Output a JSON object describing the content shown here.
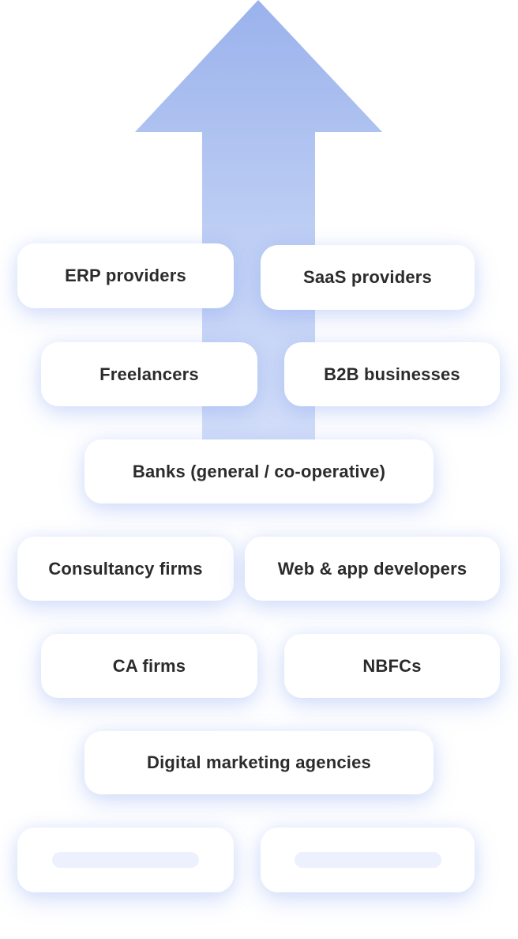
{
  "colors": {
    "arrow_top": "#9ab2ec",
    "arrow_bottom": "#cbd8f7",
    "text": "#2b2b2b",
    "placeholder": "#edf1fd"
  },
  "items": [
    "ERP providers",
    "SaaS providers",
    "Freelancers",
    "B2B businesses",
    "Banks (general / co-operative)",
    "Consultancy firms",
    "Web & app developers",
    "CA firms",
    "NBFCs",
    "Digital marketing agencies"
  ]
}
